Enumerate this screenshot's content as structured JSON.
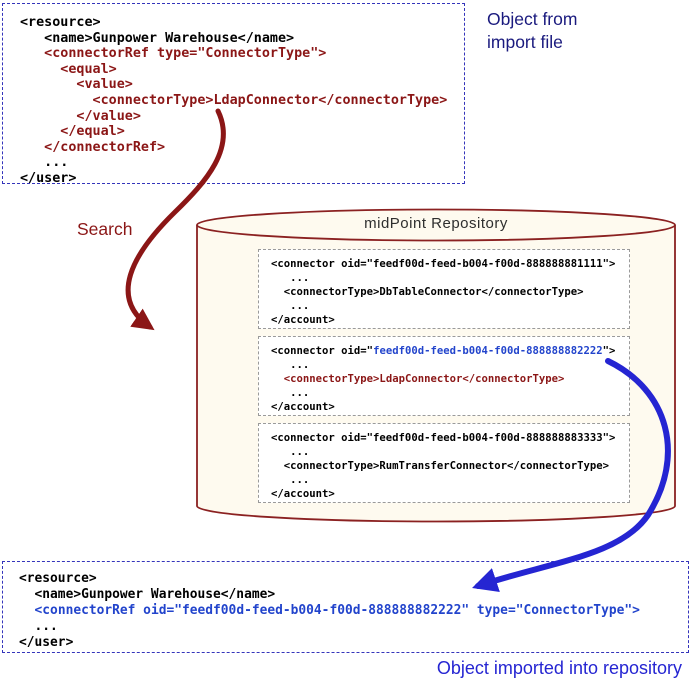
{
  "labels": {
    "import_file": "Object from import file",
    "search": "Search",
    "repository": "midPoint Repository",
    "imported": "Object imported into repository"
  },
  "colors": {
    "maroon": "#8b1616",
    "navy": "#1a1a7e",
    "bright_blue": "#2525d2",
    "link_blue": "#2244cc",
    "cylinder_fill": "#fefaef",
    "cylinder_stroke": "#8b2121",
    "box_border": "#3434bb",
    "record_border": "#9a9a9a",
    "code_black": "#000000"
  },
  "import_file_code": [
    [
      [
        "<resource>",
        "k"
      ]
    ],
    [
      [
        "   <name>Gunpower Warehouse</name>",
        "k"
      ]
    ],
    [
      [
        "   <connectorRef type=\"ConnectorType\">",
        "m"
      ]
    ],
    [
      [
        "     <equal>",
        "m"
      ]
    ],
    [
      [
        "       <value>",
        "m"
      ]
    ],
    [
      [
        "         <connectorType>LdapConnector</connectorType>",
        "m"
      ]
    ],
    [
      [
        "       </value>",
        "m"
      ]
    ],
    [
      [
        "     </equal>",
        "m"
      ]
    ],
    [
      [
        "   </connectorRef>",
        "m"
      ]
    ],
    [
      [
        "   ...",
        "k"
      ]
    ],
    [
      [
        "</user>",
        "k"
      ]
    ]
  ],
  "repository_records": [
    {
      "lines": [
        [
          [
            "<connector oid=\"feedf00d-feed-b004-f00d-888888881111\">",
            "k"
          ]
        ],
        [
          [
            "   ...",
            "k"
          ]
        ],
        [
          [
            "  <connectorType>DbTableConnector</connectorType>",
            "k"
          ]
        ],
        [
          [
            "   ...",
            "k"
          ]
        ],
        [
          [
            "</account>",
            "k"
          ]
        ]
      ]
    },
    {
      "lines": [
        [
          [
            "<connector oid=\"",
            "k"
          ],
          [
            "feedf00d-feed-b004-f00d-888888882222",
            "b"
          ],
          [
            "\">",
            "k"
          ]
        ],
        [
          [
            "   ...",
            "k"
          ]
        ],
        [
          [
            "  ",
            "k"
          ],
          [
            "<connectorType>LdapConnector</connectorType>",
            "m"
          ]
        ],
        [
          [
            "   ...",
            "k"
          ]
        ],
        [
          [
            "</account>",
            "k"
          ]
        ]
      ]
    },
    {
      "lines": [
        [
          [
            "<connector oid=\"feedf00d-feed-b004-f00d-888888883333\">",
            "k"
          ]
        ],
        [
          [
            "   ...",
            "k"
          ]
        ],
        [
          [
            "  <connectorType>RumTransferConnector</connectorType>",
            "k"
          ]
        ],
        [
          [
            "   ...",
            "k"
          ]
        ],
        [
          [
            "</account>",
            "k"
          ]
        ]
      ]
    }
  ],
  "imported_code": [
    [
      [
        "<resource>",
        "k"
      ]
    ],
    [
      [
        "  <name>Gunpower Warehouse</name>",
        "k"
      ]
    ],
    [
      [
        "  ",
        "k"
      ],
      [
        "<connectorRef oid=\"feedf00d-feed-b004-f00d-888888882222\" type=\"ConnectorType\">",
        "b"
      ]
    ],
    [
      [
        "  ...",
        "k"
      ]
    ],
    [
      [
        "</user>",
        "k"
      ]
    ]
  ]
}
